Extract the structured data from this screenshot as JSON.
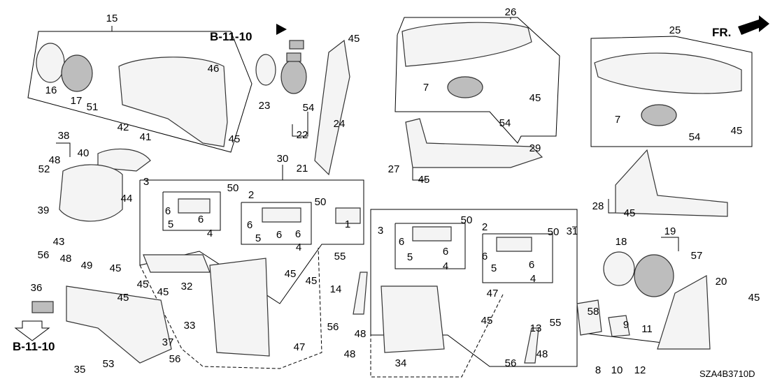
{
  "diagram": {
    "ref_top": "B-11-10",
    "ref_bottom": "B-11-10",
    "front_indicator": "FR.",
    "diagram_code": "SZA4B3710D",
    "labels": [
      "15",
      "16",
      "17",
      "51",
      "42",
      "41",
      "46",
      "45",
      "23",
      "22",
      "54",
      "24",
      "45",
      "21",
      "30",
      "26",
      "7",
      "45",
      "54",
      "29",
      "27",
      "45",
      "25",
      "7",
      "54",
      "45",
      "28",
      "45",
      "38",
      "48",
      "40",
      "52",
      "44",
      "39",
      "43",
      "49",
      "56",
      "48",
      "45",
      "36",
      "45",
      "45",
      "45",
      "37",
      "35",
      "53",
      "3",
      "6",
      "5",
      "6",
      "4",
      "50",
      "2",
      "6",
      "5",
      "6",
      "6",
      "4",
      "50",
      "1",
      "32",
      "45",
      "45",
      "33",
      "47",
      "56",
      "48",
      "55",
      "14",
      "56",
      "48",
      "31",
      "3",
      "50",
      "2",
      "6",
      "5",
      "6",
      "4",
      "50",
      "6",
      "5",
      "6",
      "4",
      "47",
      "45",
      "34",
      "13",
      "55",
      "56",
      "48",
      "18",
      "19",
      "57",
      "20",
      "45",
      "58",
      "9",
      "11",
      "8",
      "10",
      "12"
    ]
  }
}
